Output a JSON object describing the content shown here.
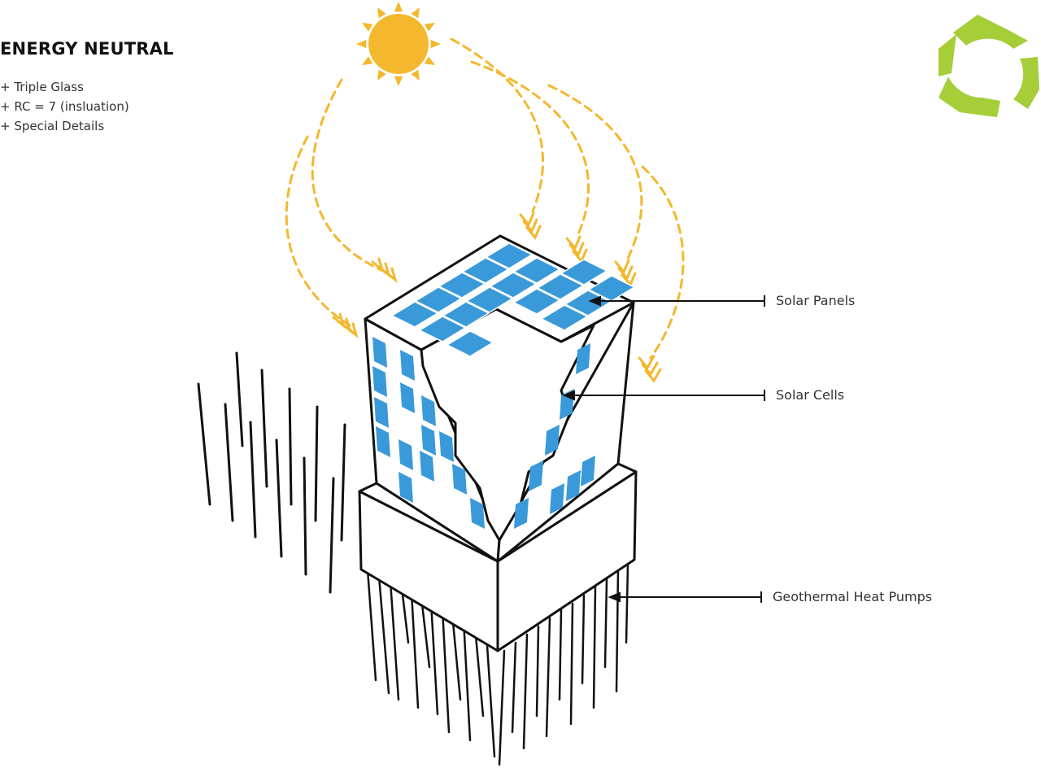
{
  "heading": "ENERGY NEUTRAL",
  "features": [
    "+ Triple Glass",
    "+ RC = 7 (insluation)",
    "+ Special Details"
  ],
  "callouts": {
    "solar_panels": "Solar Panels",
    "solar_cells": "Solar Cells",
    "geothermal": "Geothermal Heat Pumps"
  },
  "colors": {
    "sun": "#F4B82E",
    "rays": "#F4B82E",
    "panel": "#3A9AD9",
    "recycle": "#A6CE39",
    "ink": "#111111"
  },
  "icons": [
    "sun-icon",
    "recycle-icon"
  ]
}
